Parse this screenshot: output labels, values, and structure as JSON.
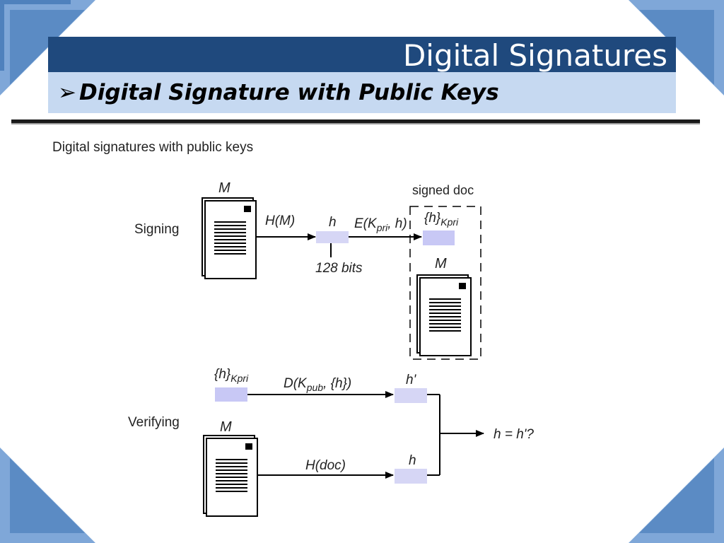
{
  "slide": {
    "title": "Digital Signatures",
    "subtitle_bullet": "➢",
    "subtitle": "Digital Signature with Public Keys"
  },
  "diagram": {
    "heading": "Digital signatures with public keys",
    "signing": {
      "label": "Signing",
      "doc_label": "M",
      "hash_fn": "H(M)",
      "hash_label": "h",
      "hash_size": "128 bits",
      "encrypt_fn": "E(K",
      "encrypt_sub": "pri",
      "encrypt_tail": ", h)",
      "signed_doc_label": "signed doc",
      "sig_label": "{h}",
      "sig_sub": "Kpri",
      "signed_doc_m": "M"
    },
    "verifying": {
      "label": "Verifying",
      "sig_label": "{h}",
      "sig_sub": "Kpri",
      "decrypt_fn": "D(K",
      "decrypt_sub": "pub",
      "decrypt_tail": ", {h})",
      "h_prime_label": "h'",
      "doc_label": "M",
      "hash_fn": "H(doc)",
      "hash_label": "h",
      "compare": "h = h'?"
    }
  },
  "colors": {
    "title_bar": "#1f497d",
    "subtitle_bar": "#c6d9f1",
    "frame_blue": "#4f81bd",
    "hash_box": "#d6d6f5",
    "sig_box": "#c8c8f5"
  }
}
